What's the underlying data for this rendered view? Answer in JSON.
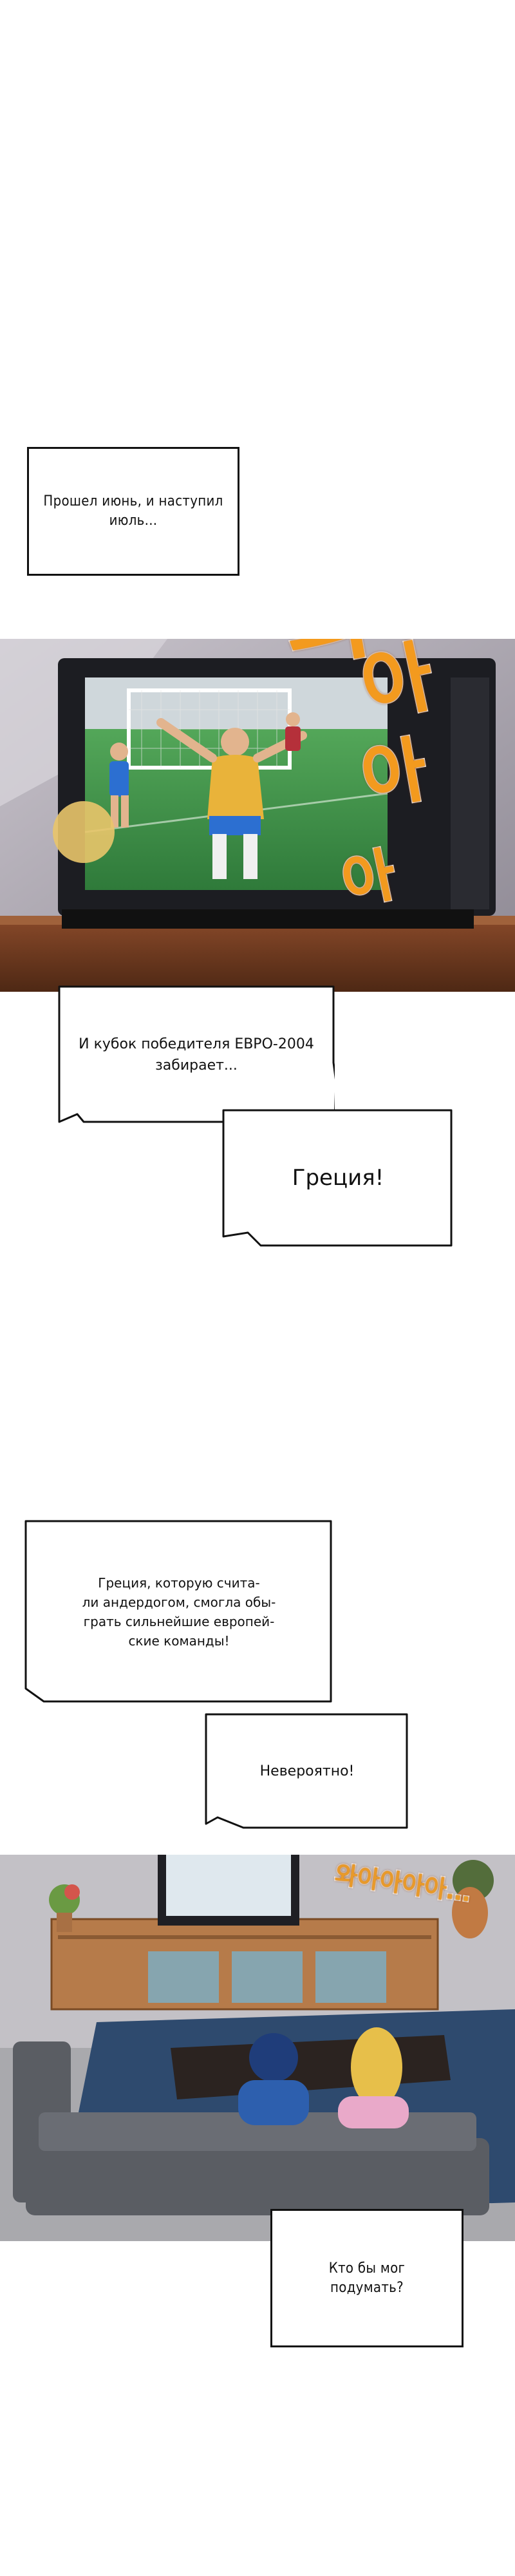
{
  "captions": {
    "cap1": "Прошел июнь, и наступил июль...",
    "cap2": "И кубок победителя ЕВРО-2004 забирает...",
    "cap3": "Греция!",
    "cap4": "Греция, которую счита-\nли андердогом, смогла обы-\nграть сильнейшие европей-\nские команды!",
    "cap5": "Невероятно!",
    "cap6": "Кто бы мог\nподумать?"
  },
  "sfx": {
    "wa1": "와",
    "a2": "아",
    "a3": "아",
    "a4": "아",
    "cheer": "와아아아아…"
  },
  "colors": {
    "sfx_orange": "#f39a1e",
    "pitch_green": "#3f9a4a",
    "jersey_yellow": "#e9b33a",
    "jersey_blue": "#2c6fd1",
    "rug_blue": "#2e4a6e",
    "sofa_gray": "#5a5d63"
  }
}
